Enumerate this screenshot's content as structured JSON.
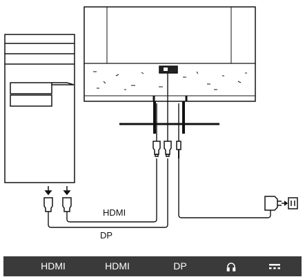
{
  "diagram": {
    "cable_labels": {
      "hdmi": "HDMI",
      "dp": "DP"
    }
  },
  "port_bar": {
    "background": "#3a3a3a",
    "ports": [
      {
        "type": "text",
        "label": "HDMI"
      },
      {
        "type": "text",
        "label": "HDMI"
      },
      {
        "type": "text",
        "label": "DP"
      },
      {
        "type": "icon",
        "icon": "headphone-icon"
      },
      {
        "type": "icon",
        "icon": "dc-power-icon"
      }
    ]
  }
}
